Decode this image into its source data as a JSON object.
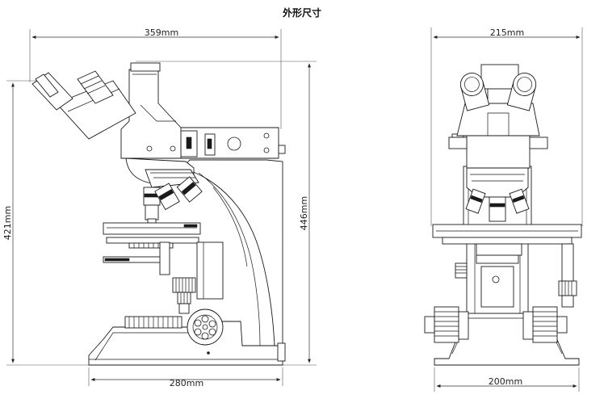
{
  "title": "外形尺寸",
  "side_view": {
    "width_label": "359mm",
    "height_label": "421mm",
    "base_label": "280mm",
    "overall_height_label": "446mm"
  },
  "front_view": {
    "width_label": "215mm",
    "base_label": "200mm"
  }
}
